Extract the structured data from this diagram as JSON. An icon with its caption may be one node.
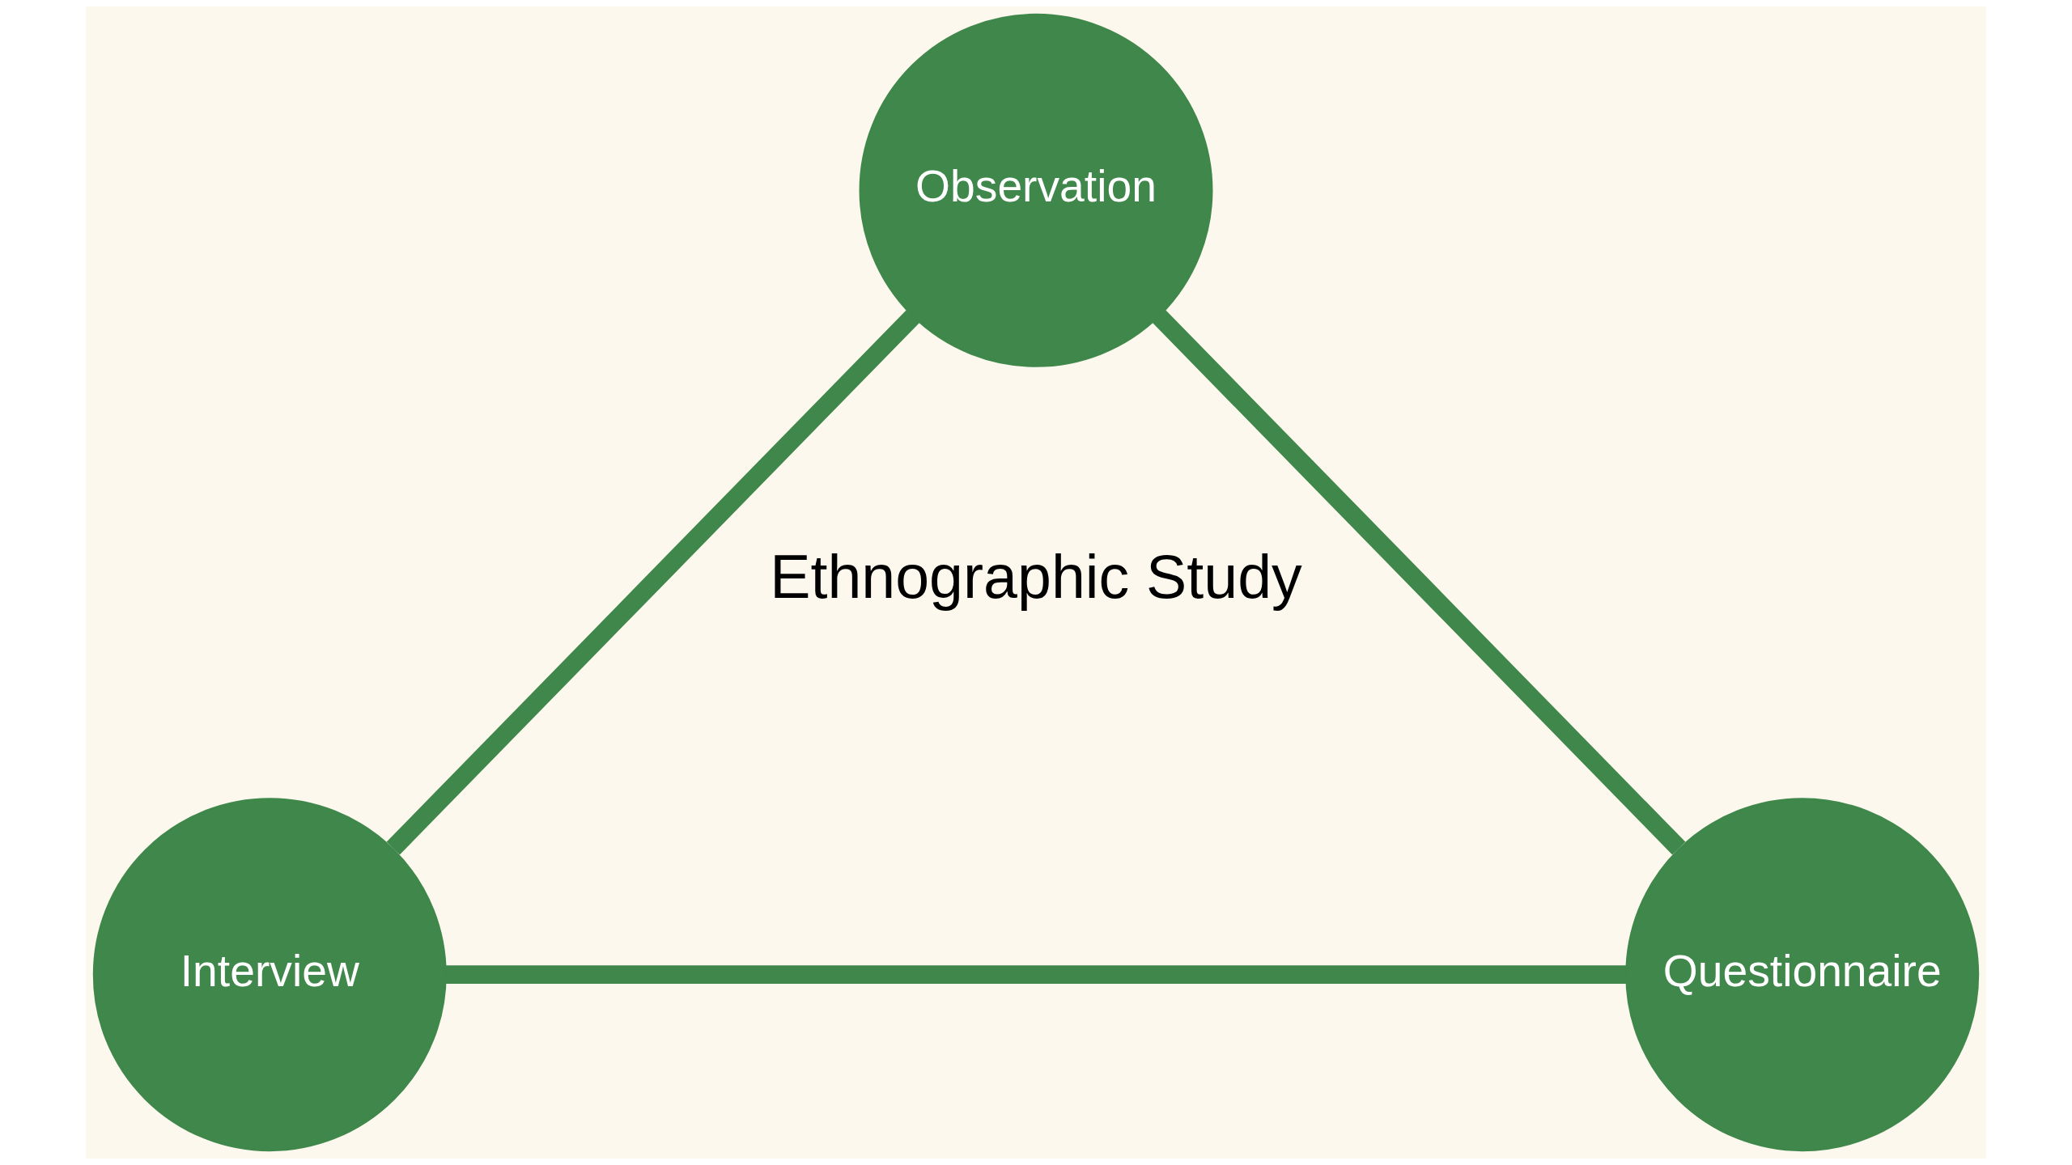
{
  "diagram": {
    "nodes": [
      {
        "text": [
          "Observation"
        ]
      },
      {
        "text": [
          "Interview"
        ]
      },
      {
        "text": [
          "Questionnaire"
        ]
      }
    ],
    "edges": [
      {
        "from": 0,
        "to": 1,
        "arrow": "none"
      },
      {
        "from": 0,
        "to": 2,
        "arrow": "none"
      },
      {
        "from": 1,
        "to": 2,
        "arrow": "none"
      }
    ],
    "labels": [
      "Ethnographic Study"
    ]
  }
}
